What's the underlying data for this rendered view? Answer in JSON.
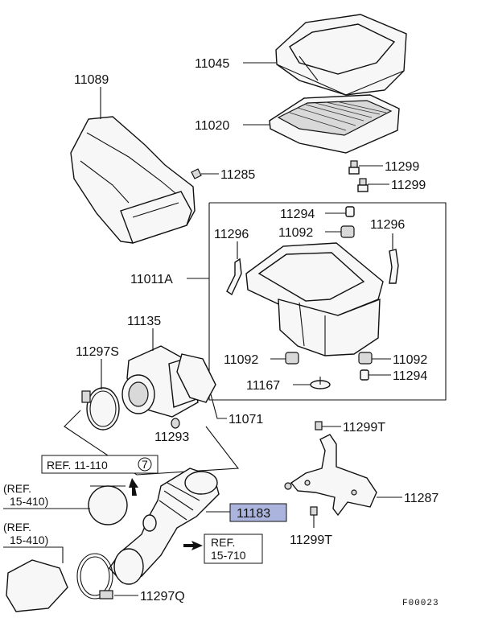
{
  "labels": {
    "p11045": "11045",
    "p11020": "11020",
    "p11089": "11089",
    "p11285": "11285",
    "p11299a": "11299",
    "p11299b": "11299",
    "p11294a": "11294",
    "p11092a": "11092",
    "p11296a": "11296",
    "p11296b": "11296",
    "p11011a": "11011A",
    "p11135": "11135",
    "p11297s": "11297S",
    "p11092b": "11092",
    "p11092c": "11092",
    "p11167": "11167",
    "p11294b": "11294",
    "p11071": "11071",
    "p11293": "11293",
    "p11299t_a": "11299T",
    "p11287": "11287",
    "p11183": "11183",
    "p11299t_b": "11299T",
    "p11297q": "11297Q",
    "ref_11_110": "REF. 11-110",
    "ref_11_110_circle": "7",
    "ref_15_410_a_1": "(REF.",
    "ref_15_410_a_2": "15-410)",
    "ref_15_410_b_1": "(REF.",
    "ref_15_410_b_2": "15-410)",
    "ref_15_710_1": "REF.",
    "ref_15_710_2": "15-710",
    "figure_code": "F00023"
  },
  "colors": {
    "highlight": "#aab4dc",
    "ink": "#111111"
  }
}
